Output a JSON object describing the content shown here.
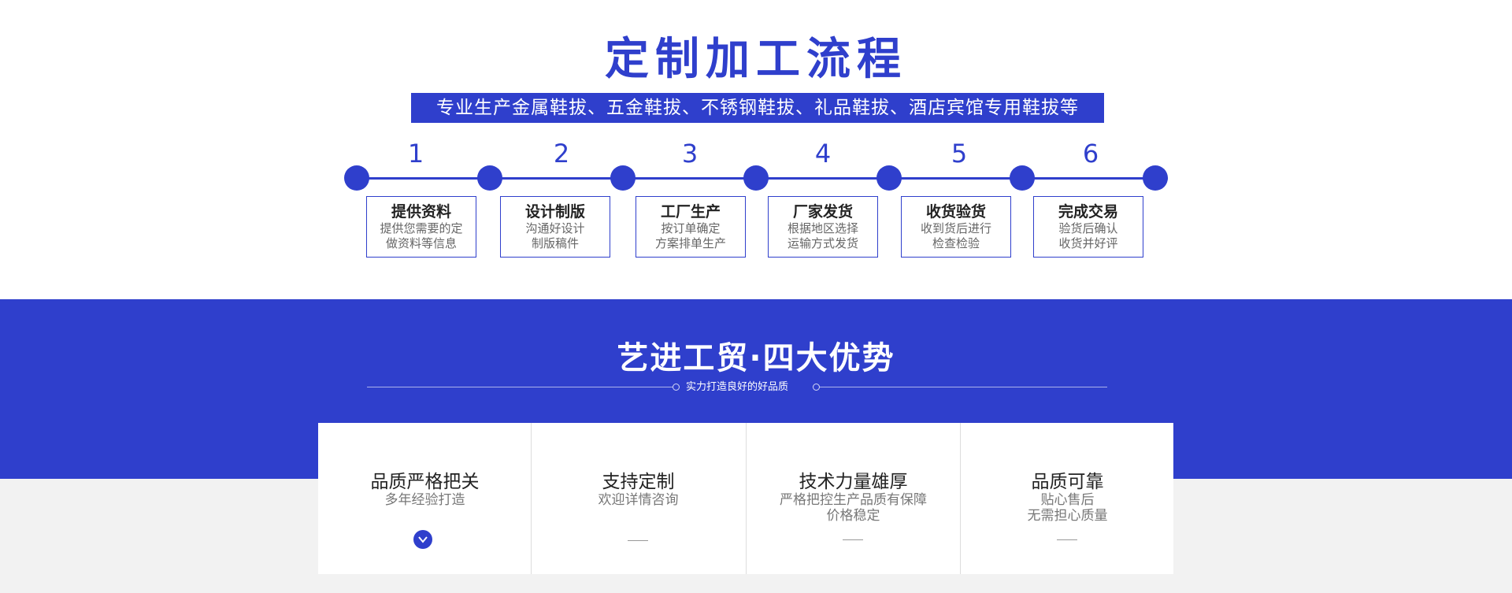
{
  "header": {
    "title": "定制加工流程",
    "subtitle": "专业生产金属鞋拔、五金鞋拔、不锈钢鞋拔、礼品鞋拔、酒店宾馆专用鞋拔等"
  },
  "steps": [
    {
      "num": "1",
      "title": "提供资料",
      "desc": "提供您需要的定\n做资料等信息"
    },
    {
      "num": "2",
      "title": "设计制版",
      "desc": "沟通好设计\n制版稿件"
    },
    {
      "num": "3",
      "title": "工厂生产",
      "desc": "按订单确定\n方案排单生产"
    },
    {
      "num": "4",
      "title": "厂家发货",
      "desc": "根据地区选择\n运输方式发货"
    },
    {
      "num": "5",
      "title": "收货验货",
      "desc": "收到货后进行\n检查检验"
    },
    {
      "num": "6",
      "title": "完成交易",
      "desc": "验货后确认\n收货并好评"
    }
  ],
  "advantages": {
    "title": "艺进工贸·四大优势",
    "subtitle": "实力打造良好的好品质",
    "items": [
      {
        "title": "品质严格把关",
        "desc": "多年经验打造",
        "badge_icon": "chevron-down-icon"
      },
      {
        "title": "支持定制",
        "desc": "欢迎详情咨询"
      },
      {
        "title": "技术力量雄厚",
        "desc": "严格把控生产品质有保障\n价格稳定"
      },
      {
        "title": "品质可靠",
        "desc": "贴心售后\n无需担心质量"
      }
    ]
  },
  "colors": {
    "accent": "#2f3fcc",
    "background_gray": "#f2f2f2"
  }
}
